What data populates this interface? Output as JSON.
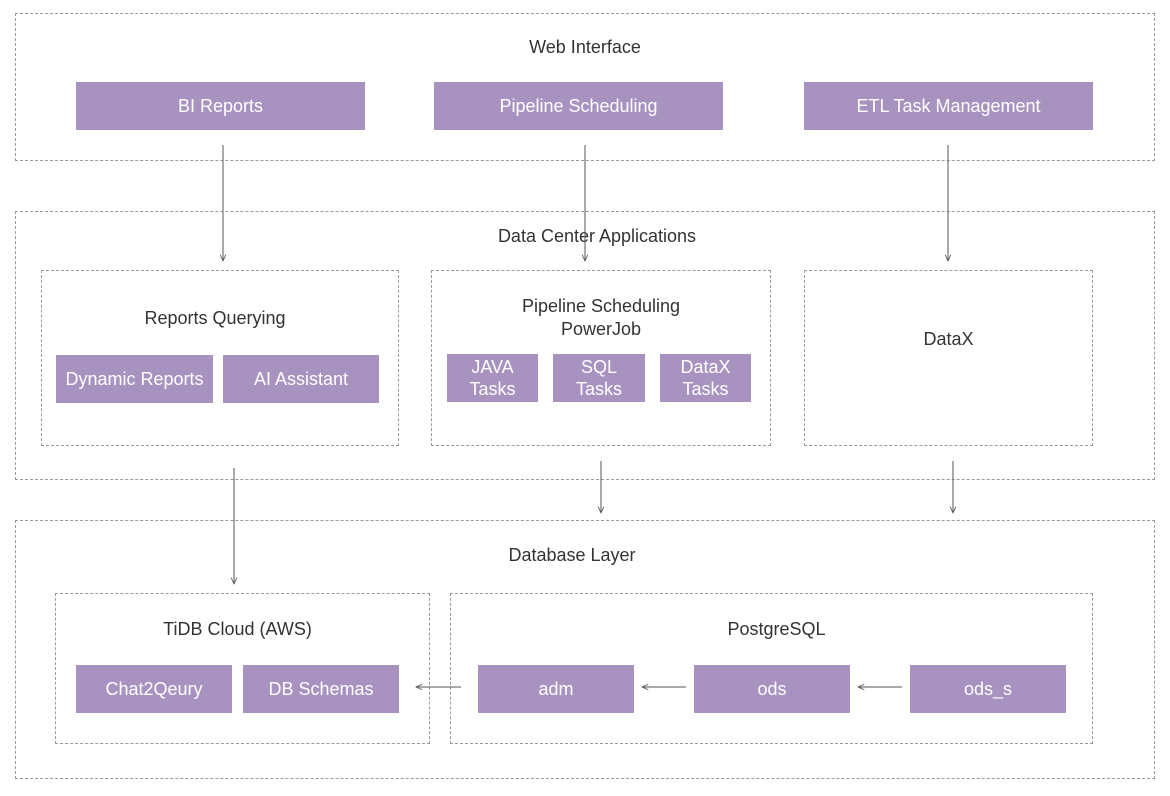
{
  "web_interface": {
    "title": "Web Interface",
    "bi_reports": "BI Reports",
    "pipeline_scheduling": "Pipeline Scheduling",
    "etl_task_management": "ETL Task Management"
  },
  "data_center": {
    "title": "Data Center Applications",
    "reports_querying": {
      "title": "Reports Querying",
      "dynamic_reports": "Dynamic Reports",
      "ai_assistant": "AI Assistant"
    },
    "pipeline": {
      "title": "Pipeline Scheduling\nPowerJob",
      "java_tasks": "JAVA\nTasks",
      "sql_tasks": "SQL\nTasks",
      "datax_tasks": "DataX\nTasks"
    },
    "datax": {
      "title": "DataX"
    }
  },
  "database_layer": {
    "title": "Database Layer",
    "tidb": {
      "title": "TiDB Cloud (AWS)",
      "chat2query": "Chat2Qeury",
      "db_schemas": "DB Schemas"
    },
    "postgresql": {
      "title": "PostgreSQL",
      "adm": "adm",
      "ods": "ods",
      "ods_s": "ods_s"
    }
  },
  "colors": {
    "box_fill": "#a892c0",
    "box_text": "#ffffff",
    "border": "#9a9a9a",
    "arrow": "#555555"
  }
}
